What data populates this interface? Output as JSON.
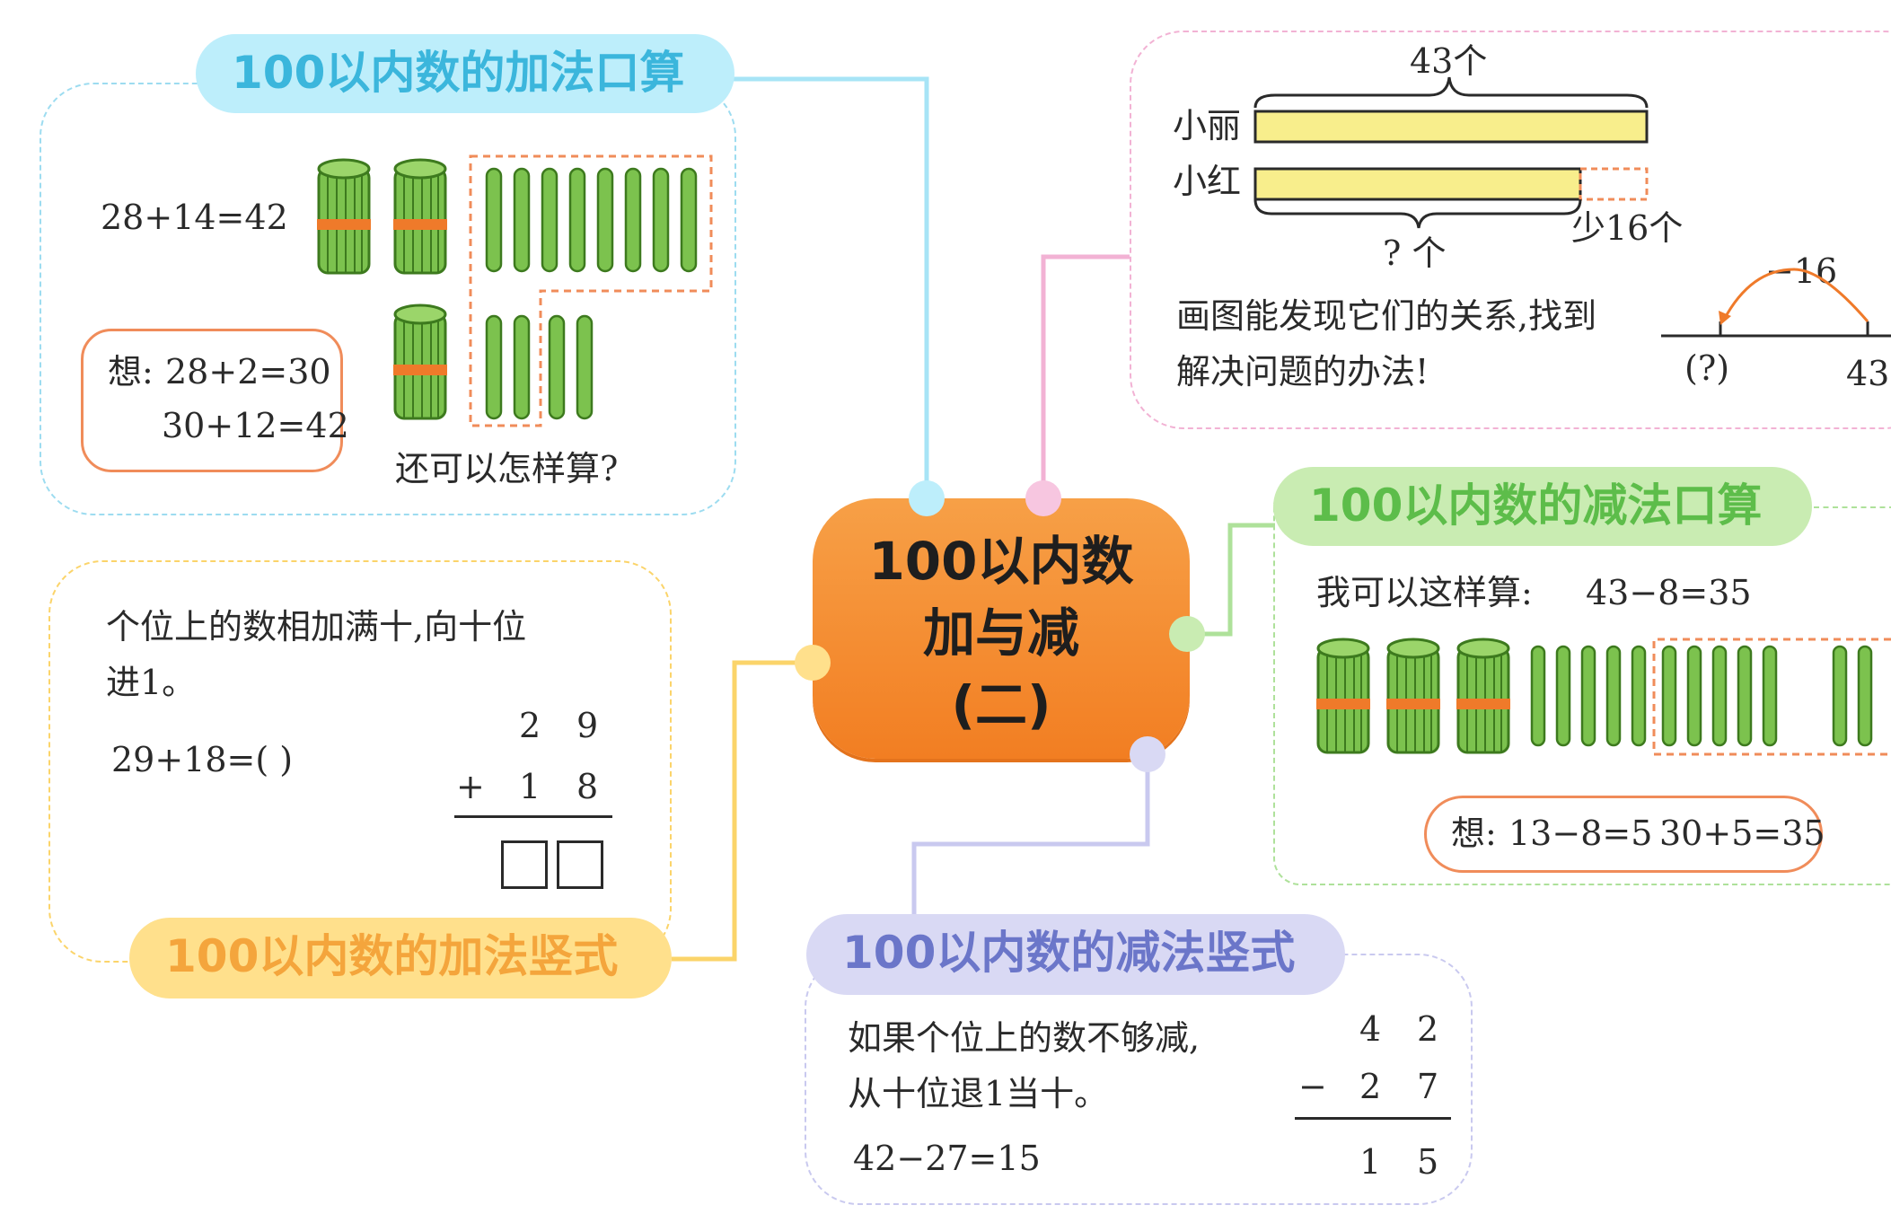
{
  "center": {
    "line1": "100以内数",
    "line2": "加与减",
    "line3": "(二)"
  },
  "add_oral": {
    "header": "100以内数的加法口算",
    "equation": "28+14=42",
    "think_label": "想:",
    "think_line1": "28+2=30",
    "think_line2": "30+12=42",
    "question": "还可以怎样算?"
  },
  "word_problem": {
    "total_label": "43个",
    "name1": "小丽",
    "name2": "小红",
    "unknown_label": "?  个",
    "less_label": "少16个",
    "text_line1": "画图能发现它们的关系,找到",
    "text_line2": "解决问题的办法!",
    "arc_label": "−16",
    "numline_left": "(?)",
    "numline_right": "43"
  },
  "sub_oral": {
    "header": "100以内数的减法口算",
    "statement_label": "我可以这样算:",
    "statement_eq": "43−8=35",
    "think_label": "想:",
    "think_eq1": "13−8=5",
    "think_eq2": "30+5=35"
  },
  "add_column": {
    "header": "100以内数的加法竖式",
    "rule_line1": "个位上的数相加满十,向十位",
    "rule_line2": "进1。",
    "equation": "29+18=(          )",
    "top_tens": "2",
    "top_ones": "9",
    "op": "+",
    "bottom_tens": "1",
    "bottom_ones": "8"
  },
  "sub_column": {
    "header": "100以内数的减法竖式",
    "rule_line1": "如果个位上的数不够减,",
    "rule_line2": "从十位退1当十。",
    "equation": "42−27=15",
    "top_tens": "4",
    "top_ones": "2",
    "op": "−",
    "bottom_tens": "2",
    "bottom_ones": "7",
    "result_tens": "1",
    "result_ones": "5"
  },
  "colors": {
    "cyan": "#bdeefb",
    "cyan_line": "#a7e4f6",
    "pink": "#f7c6e0",
    "pink_line": "#f2b2d4",
    "green": "#c9ecb2",
    "green_line": "#aee19a",
    "yellow": "#ffe08c",
    "yellow_line": "#fbd46a",
    "lavender": "#d9d9f4",
    "lavender_line": "#c9c9ef",
    "center": "#f58a2b",
    "stick": "#7cc24e",
    "band": "#ef7a2a",
    "bar": "#f8ee8c"
  }
}
